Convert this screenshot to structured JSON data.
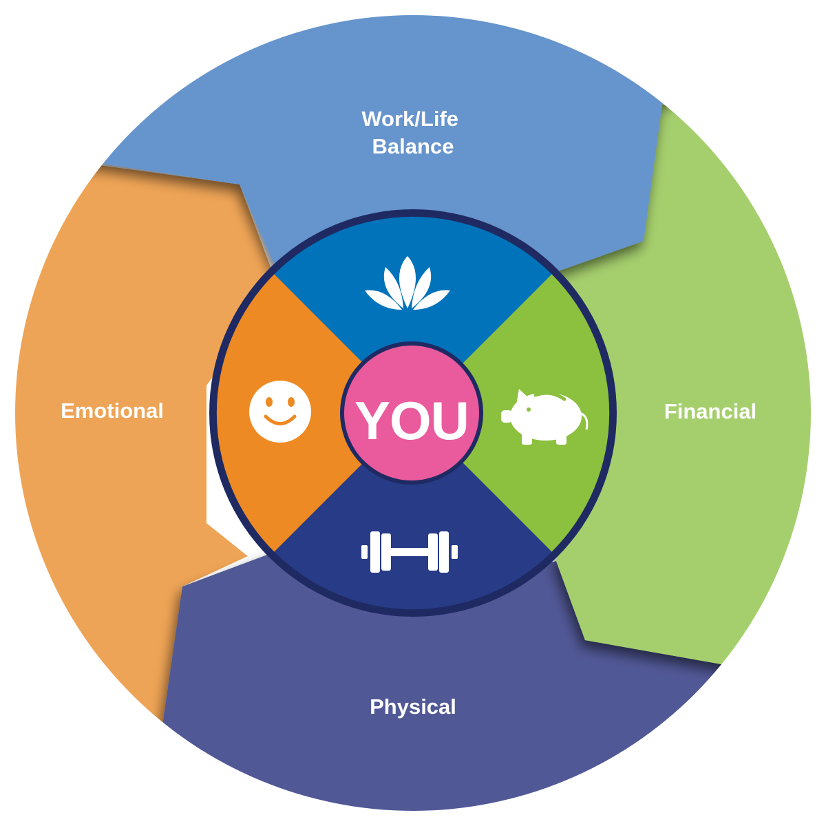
{
  "center": {
    "label": "YOU",
    "color": "#e95b9c"
  },
  "segments": [
    {
      "id": "work-life",
      "label_lines": [
        "Work/Life",
        "Balance"
      ],
      "outer_color": "#6694cc",
      "inner_color": "#0073bb",
      "icon": "lotus-icon"
    },
    {
      "id": "financial",
      "label_lines": [
        "Financial"
      ],
      "outer_color": "#a5cf6d",
      "inner_color": "#8cc03f",
      "icon": "piggy-bank-icon"
    },
    {
      "id": "physical",
      "label_lines": [
        "Physical"
      ],
      "outer_color": "#515996",
      "inner_color": "#283b87",
      "icon": "dumbbell-icon"
    },
    {
      "id": "emotional",
      "label_lines": [
        "Emotional"
      ],
      "outer_color": "#eea456",
      "inner_color": "#ee8a23",
      "icon": "smiley-icon"
    }
  ],
  "inner_ring_border_color": "#1f2a63"
}
